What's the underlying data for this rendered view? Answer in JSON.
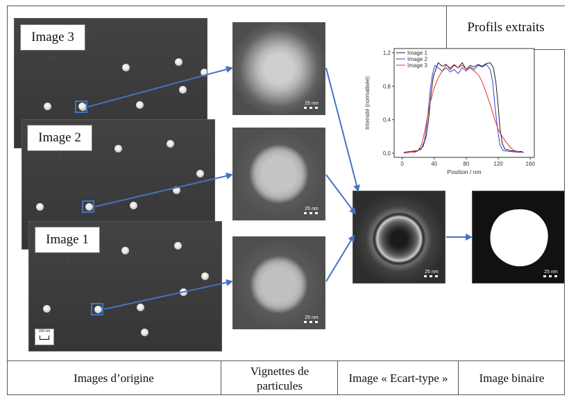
{
  "headers": {
    "profiles": "Profils extraits"
  },
  "images": {
    "image3": "Image 3",
    "image2": "Image 2",
    "image1": "Image 1",
    "scale_origin": "100 nm",
    "scale_thumb": "25 nm"
  },
  "footer": {
    "col1": "Images d’origine",
    "col2": "Vignettes de particules",
    "col3": "Image « Ecart-type »",
    "col4": "Image binaire"
  },
  "chart_data": {
    "type": "line",
    "xlabel": "Position / nm",
    "ylabel": "Intensité (normalisée)",
    "xlim": [
      -10,
      165
    ],
    "ylim": [
      -0.05,
      1.25
    ],
    "xticks": [
      0,
      40,
      80,
      120,
      160
    ],
    "yticks": [
      0.0,
      0.4,
      0.8,
      1.2
    ],
    "ytick_labels": [
      "0,0",
      "0,4",
      "0,8",
      "1,2"
    ],
    "legend_position": "top-left",
    "series": [
      {
        "name": "Image 1",
        "color": "#1a1a1a",
        "points": [
          [
            2,
            0.01
          ],
          [
            10,
            0.02
          ],
          [
            20,
            0.03
          ],
          [
            26,
            0.08
          ],
          [
            30,
            0.2
          ],
          [
            33,
            0.4
          ],
          [
            36,
            0.7
          ],
          [
            39,
            0.92
          ],
          [
            42,
            1.0
          ],
          [
            45,
            1.08
          ],
          [
            50,
            1.04
          ],
          [
            55,
            1.06
          ],
          [
            60,
            1.0
          ],
          [
            65,
            1.05
          ],
          [
            70,
            1.02
          ],
          [
            75,
            1.08
          ],
          [
            80,
            1.0
          ],
          [
            85,
            1.05
          ],
          [
            90,
            1.03
          ],
          [
            95,
            1.06
          ],
          [
            100,
            1.04
          ],
          [
            105,
            1.07
          ],
          [
            110,
            1.08
          ],
          [
            114,
            1.02
          ],
          [
            117,
            0.85
          ],
          [
            120,
            0.55
          ],
          [
            122,
            0.3
          ],
          [
            125,
            0.12
          ],
          [
            128,
            0.05
          ],
          [
            135,
            0.03
          ],
          [
            145,
            0.02
          ],
          [
            150,
            0.02
          ]
        ]
      },
      {
        "name": "Image 2",
        "color": "#3b3bdb",
        "points": [
          [
            2,
            0.01
          ],
          [
            10,
            0.02
          ],
          [
            18,
            0.02
          ],
          [
            24,
            0.05
          ],
          [
            28,
            0.15
          ],
          [
            32,
            0.45
          ],
          [
            35,
            0.75
          ],
          [
            38,
            0.95
          ],
          [
            41,
            1.05
          ],
          [
            45,
            1.02
          ],
          [
            50,
            0.98
          ],
          [
            55,
            1.02
          ],
          [
            60,
            0.97
          ],
          [
            65,
            1.0
          ],
          [
            70,
            0.95
          ],
          [
            75,
            1.02
          ],
          [
            80,
            0.98
          ],
          [
            85,
            1.03
          ],
          [
            90,
            1.0
          ],
          [
            95,
            1.05
          ],
          [
            100,
            1.03
          ],
          [
            105,
            1.06
          ],
          [
            110,
            1.0
          ],
          [
            113,
            0.85
          ],
          [
            116,
            0.55
          ],
          [
            119,
            0.3
          ],
          [
            122,
            0.1
          ],
          [
            126,
            0.03
          ],
          [
            135,
            0.02
          ],
          [
            145,
            0.01
          ],
          [
            152,
            0.01
          ]
        ]
      },
      {
        "name": "Image 3",
        "color": "#e03030",
        "points": [
          [
            2,
            0.0
          ],
          [
            10,
            0.01
          ],
          [
            16,
            0.01
          ],
          [
            20,
            0.03
          ],
          [
            25,
            0.12
          ],
          [
            30,
            0.35
          ],
          [
            35,
            0.6
          ],
          [
            40,
            0.78
          ],
          [
            45,
            0.9
          ],
          [
            50,
            0.98
          ],
          [
            55,
            1.05
          ],
          [
            60,
            1.02
          ],
          [
            65,
            1.06
          ],
          [
            70,
            1.02
          ],
          [
            75,
            1.05
          ],
          [
            80,
            1.0
          ],
          [
            85,
            1.02
          ],
          [
            90,
            0.98
          ],
          [
            95,
            0.94
          ],
          [
            100,
            0.85
          ],
          [
            105,
            0.72
          ],
          [
            110,
            0.58
          ],
          [
            115,
            0.42
          ],
          [
            120,
            0.28
          ],
          [
            125,
            0.2
          ],
          [
            130,
            0.13
          ],
          [
            135,
            0.07
          ],
          [
            140,
            0.03
          ],
          [
            145,
            0.02
          ],
          [
            150,
            0.01
          ]
        ]
      }
    ]
  }
}
